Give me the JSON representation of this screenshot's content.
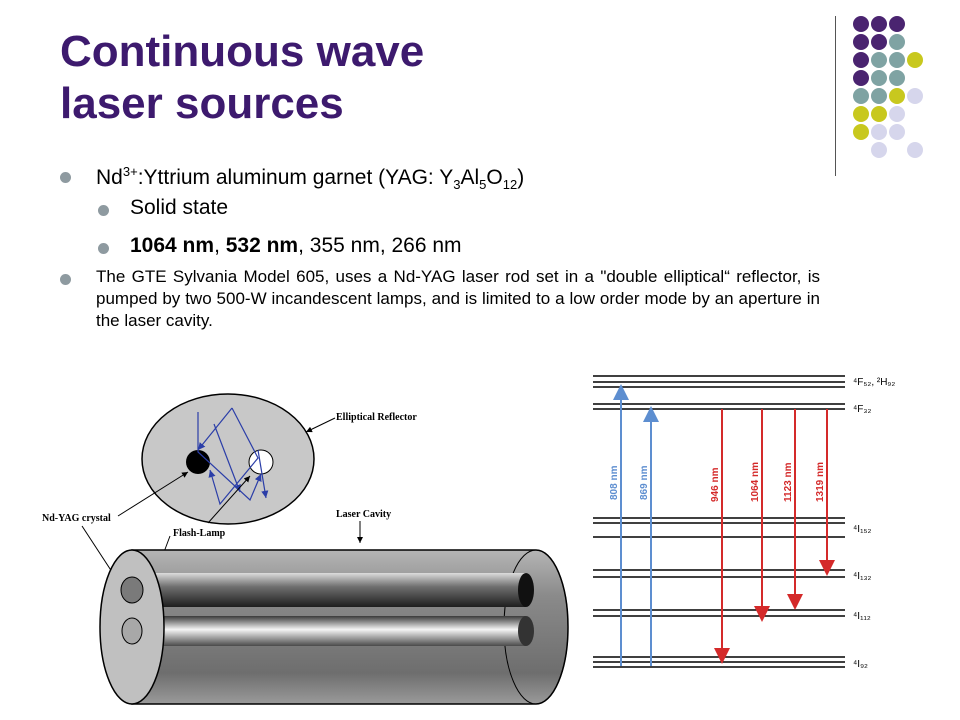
{
  "title": {
    "line1": "Continuous wave",
    "line2": "laser sources"
  },
  "colors": {
    "title": "#3d1a6e",
    "purple_dot": "#4a2470",
    "teal_dot": "#7fa3a3",
    "yellow_dot": "#c8c81e",
    "lilac_dot": "#d6d6ec",
    "bullet": "#8e9aa0",
    "pump_arrow": "#5d8ed0",
    "emission_arrow": "#d42a2a"
  },
  "bullets": {
    "b1": {
      "pre": "Nd",
      "sup": "3+",
      "mid": ":Yttrium aluminum garnet (YAG: Y",
      "sub1": "3",
      "al": "Al",
      "sub2": "5",
      "o": "O",
      "sub3": "12",
      "close": ")"
    },
    "b2": "Solid state",
    "b3": {
      "w1": "1064 nm",
      "sep1": ", ",
      "w2": "532 nm",
      "rest": ", 355 nm, 266 nm"
    },
    "b4": "The GTE Sylvania Model 605, uses a Nd-YAG laser rod set in a \"double elliptical“ reflector, is pumped by two 500-W incandescent lamps, and is limited to a low order mode by an aperture in the laser cavity."
  },
  "laser_diagram": {
    "elliptical_reflector": "Elliptical Reflector",
    "nd_yag_crystal": "Nd-YAG crystal",
    "flash_lamp": "Flash-Lamp",
    "laser_cavity": "Laser Cavity"
  },
  "energy_diagram": {
    "levels": [
      "⁴F₅₂, ²H₉₂",
      "⁴F₃₂",
      "⁴I₁₅₂",
      "⁴I₁₃₂",
      "⁴I₁₁₂",
      "⁴I₉₂"
    ],
    "pump": [
      "808 nm",
      "869 nm"
    ],
    "emission": [
      "946 nm",
      "1064 nm",
      "1123 nm",
      "1319 nm"
    ]
  }
}
